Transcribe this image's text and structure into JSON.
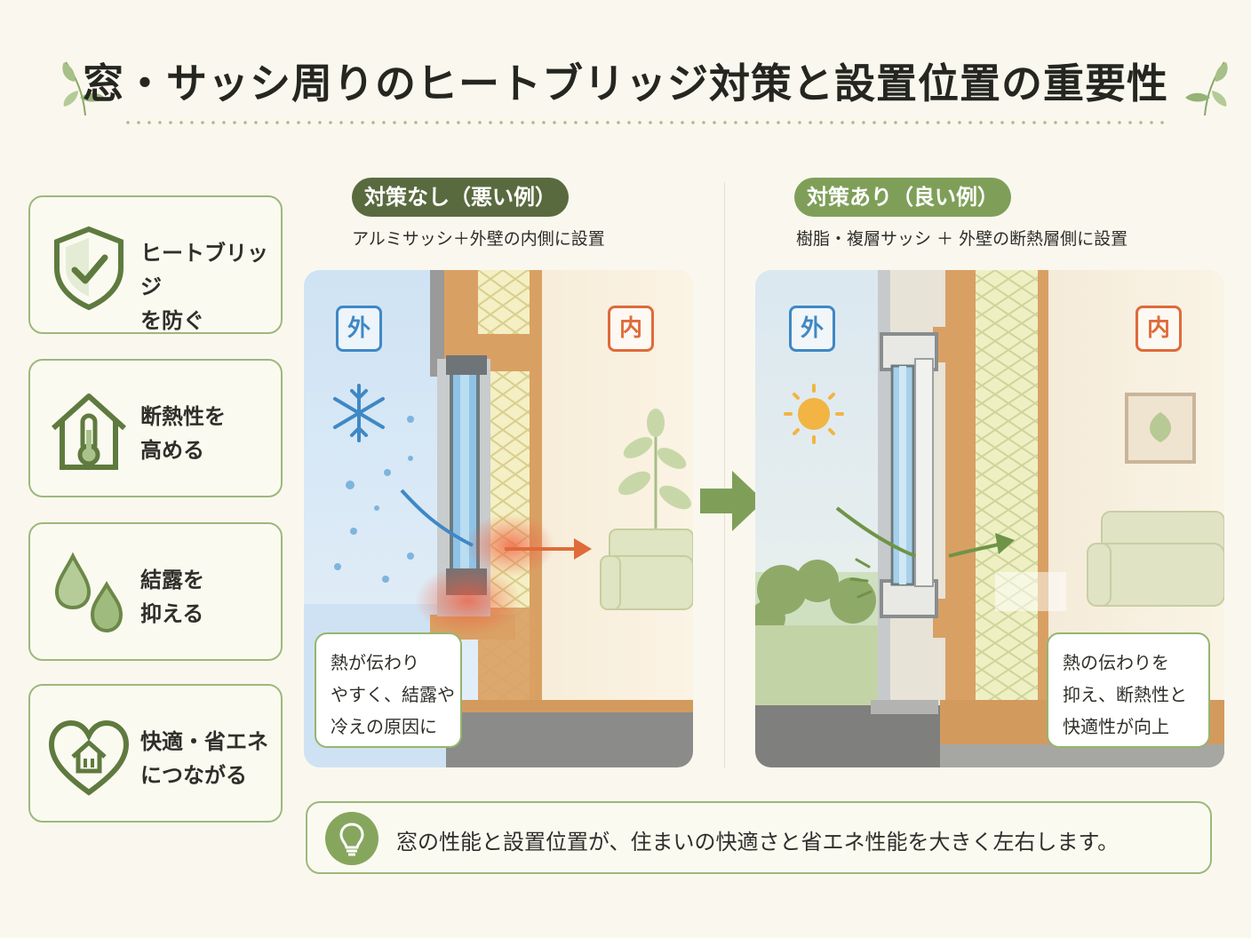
{
  "title": "窓・サッシ周りのヒートブリッジ対策と設置位置の重要性",
  "sidebar": {
    "cards": [
      {
        "label": "ヒートブリッジ\nを防ぐ",
        "icon": "shield-check-icon"
      },
      {
        "label": "断熱性を\n高める",
        "icon": "house-thermometer-icon"
      },
      {
        "label": "結露を\n抑える",
        "icon": "water-drops-icon"
      },
      {
        "label": "快適・省エネ\nにつながる",
        "icon": "heart-house-icon"
      }
    ]
  },
  "bad_example": {
    "pill": "対策なし（悪い例）",
    "subtitle": "アルミサッシ＋外壁の内側に設置",
    "outside_label": "外",
    "inside_label": "内",
    "callout": "熱が伝わり\nやすく、結露や\n冷えの原因に"
  },
  "good_example": {
    "pill": "対策あり（良い例）",
    "subtitle": "樹脂・複層サッシ ＋ 外壁の断熱層側に設置",
    "outside_label": "外",
    "inside_label": "内",
    "callout": "熱の伝わりを\n抑え、断熱性と\n快適性が向上"
  },
  "bottom_message": "窓の性能と設置位置が、住まいの快適さと省エネ性能を大きく左右します。",
  "colors": {
    "accent_green": "#7f9f59",
    "dark_green": "#5a6a3f",
    "cold_blue": "#3f88c5",
    "warm_orange": "#e06a3a"
  }
}
